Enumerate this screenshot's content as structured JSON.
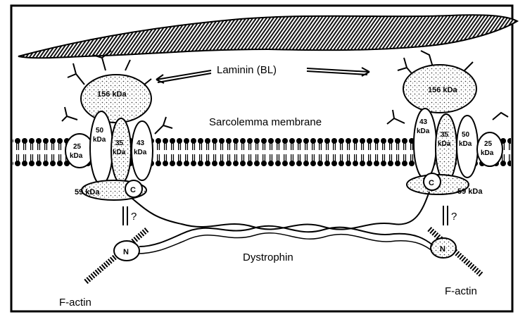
{
  "labels": {
    "laminin": "Laminin (BL)",
    "sarcolemma": "Sarcolemma membrane",
    "dystrophin": "Dystrophin",
    "factin_left": "F-actin",
    "factin_right": "F-actin"
  },
  "left_complex": {
    "p156": "156 kDa",
    "p50a": "50",
    "p50b": "kDa",
    "p35a": "35",
    "p35b": "kDa",
    "p43a": "43",
    "p43b": "kDa",
    "p25a": "25",
    "p25b": "kDa",
    "p59": "59 kDa",
    "c": "C",
    "q": "?",
    "n": "N"
  },
  "right_complex": {
    "p156": "156 kDa",
    "p43a": "43",
    "p43b": "kDa",
    "p35a": "35",
    "p35b": "kDa",
    "p50a": "50",
    "p50b": "kDa",
    "p25a": "25",
    "p25b": "kDa",
    "p59": "59 kDa",
    "c": "C",
    "q": "?",
    "n": "N"
  }
}
